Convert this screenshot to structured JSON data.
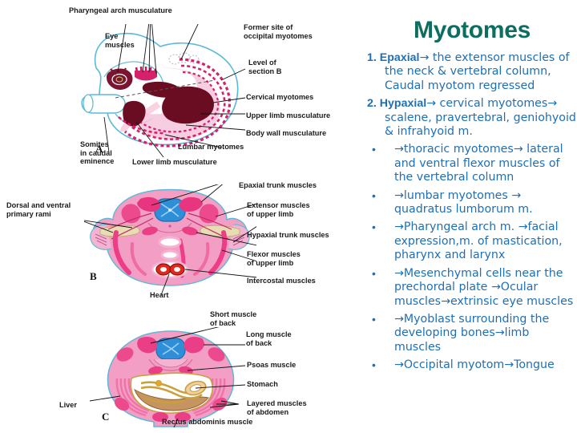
{
  "slide": {
    "title": "Myotomes",
    "title_color": "#0b6e5f",
    "body_color": "#1f6fb5",
    "background": "#ffffff"
  },
  "body": {
    "items": [
      {
        "marker": "1.",
        "lead": "Epaxial",
        "text": "→ the extensor muscles of the neck & vertebral column, Caudal myotom regressed",
        "style": "numbered"
      },
      {
        "marker": "2.",
        "lead": "Hypaxial",
        "text": "→ cervical myotomes→ scalene, pravertebral, geniohyoid & infrahyoid m.",
        "style": "numbered"
      },
      {
        "marker": "•",
        "lead": "",
        "text": "→thoracic myotomes→ lateral and ventral flexor muscles of the vertebral column",
        "style": "bulleted"
      },
      {
        "marker": "•",
        "lead": "",
        "text": "→lumbar myotomes → quadratus lumborum m.",
        "style": "bulleted"
      },
      {
        "marker": "•",
        "lead": "",
        "text": "→Pharyngeal arch m. →facial expression,m. of mastication, pharynx and larynx",
        "style": "bulleted"
      },
      {
        "marker": "•",
        "lead": "",
        "text": "→Mesenchymal cells near the prechordal plate →Ocular muscles→extrinsic eye muscles",
        "style": "bulleted"
      },
      {
        "marker": "•",
        "lead": "",
        "text": "→Myoblast surrounding the developing bones→limb muscles",
        "style": "bulleted"
      },
      {
        "marker": "•",
        "lead": "",
        "text": "→Occipital myotom→Tongue",
        "style": "bulleted"
      }
    ]
  },
  "figures": {
    "panel_a": {
      "letter": "A",
      "caption_name": "embryo-lateral-view",
      "labels": [
        "Pharyngeal arch musculature",
        "Eye\nmuscles",
        "Former site of\noccipital myotomes",
        "Level of\nsection B",
        "Cervical myotomes",
        "Upper limb musculature",
        "Body wall musculature",
        "Lumbar myotomes",
        "Lower limb musculature",
        "Somites\nin caudal\neminence"
      ]
    },
    "panel_b": {
      "letter": "B",
      "caption_name": "thoracic-cross-section",
      "labels": [
        "Epaxial trunk muscles",
        "Extensor muscles\nof upper limb",
        "Hypaxial trunk muscles",
        "Flexor muscles\nof upper limb",
        "Intercostal muscles",
        "Heart",
        "Dorsal and ventral\nprimary rami"
      ]
    },
    "panel_c": {
      "letter": "C",
      "caption_name": "abdominal-cross-section",
      "labels": [
        "Short muscle\nof back",
        "Long muscle\nof back",
        "Psoas muscle",
        "Stomach",
        "Layered muscles\nof abdomen",
        "Rectus abdominis muscle",
        "Liver"
      ]
    },
    "colors": {
      "outline_blue": "#5bb9d6",
      "deep_maroon": "#6b0d22",
      "crimson": "#d6206a",
      "pale_pink": "#f3b9d4",
      "body_pink": "#f39ec4",
      "mid_pink": "#ef73a8",
      "cord_blue": "#2e8fd8",
      "heart_red": "#e2271b",
      "gut_tan": "#c69460",
      "gut_gold": "#c8a13a",
      "nerve_cream": "#e8dcb4"
    }
  }
}
